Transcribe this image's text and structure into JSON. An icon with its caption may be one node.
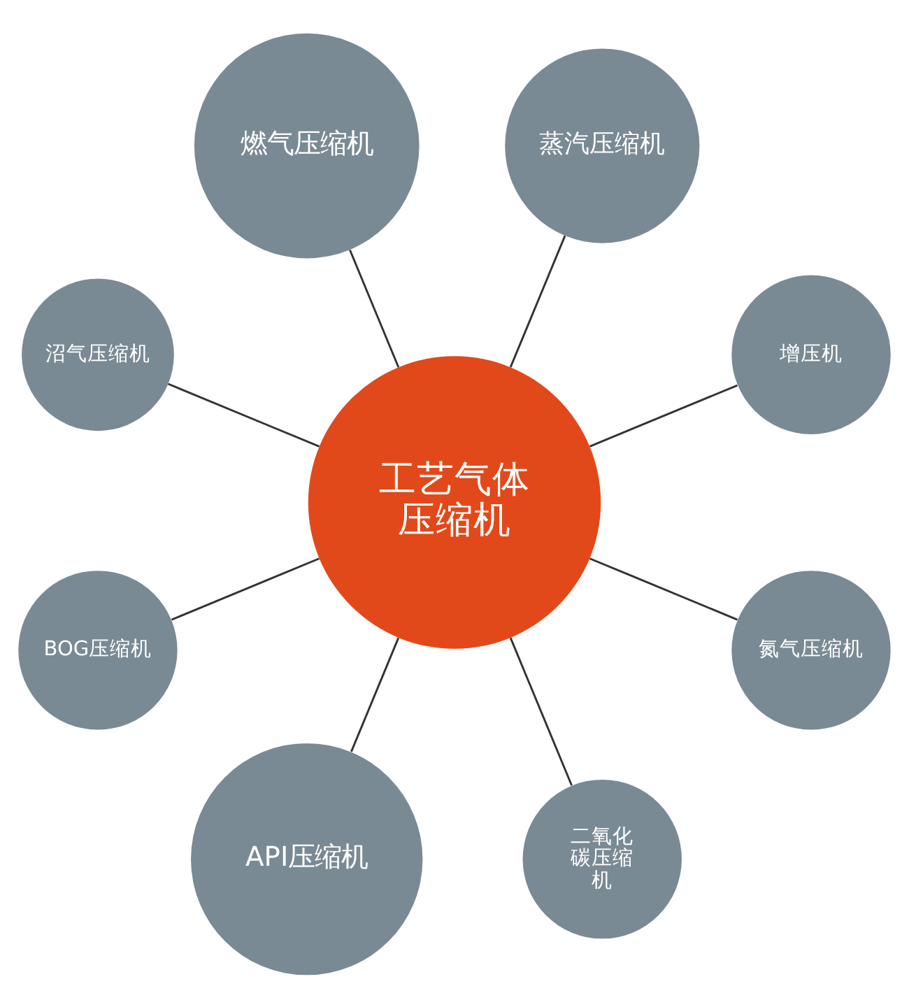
{
  "diagram": {
    "nodes": [
      {
        "text": [
          "工艺气体压缩机"
        ]
      },
      {
        "text": [
          "增压机"
        ]
      },
      {
        "text": [
          "蒸汽压缩机"
        ]
      },
      {
        "text": [
          "燃气压缩机"
        ]
      },
      {
        "text": [
          "沼气压缩机"
        ]
      },
      {
        "text": [
          "BOG压缩机"
        ]
      },
      {
        "text": [
          "API压缩机"
        ]
      },
      {
        "text": [
          "二氧化碳压缩机"
        ]
      },
      {
        "text": [
          "氮气压缩机"
        ]
      }
    ],
    "edges": [
      {
        "from": 0,
        "to": 1,
        "arrow": "none"
      },
      {
        "from": 0,
        "to": 2,
        "arrow": "none"
      },
      {
        "from": 0,
        "to": 3,
        "arrow": "none"
      },
      {
        "from": 0,
        "to": 4,
        "arrow": "none"
      },
      {
        "from": 0,
        "to": 5,
        "arrow": "none"
      },
      {
        "from": 0,
        "to": 6,
        "arrow": "none"
      },
      {
        "from": 0,
        "to": 7,
        "arrow": "none"
      },
      {
        "from": 0,
        "to": 8,
        "arrow": "none"
      }
    ]
  }
}
